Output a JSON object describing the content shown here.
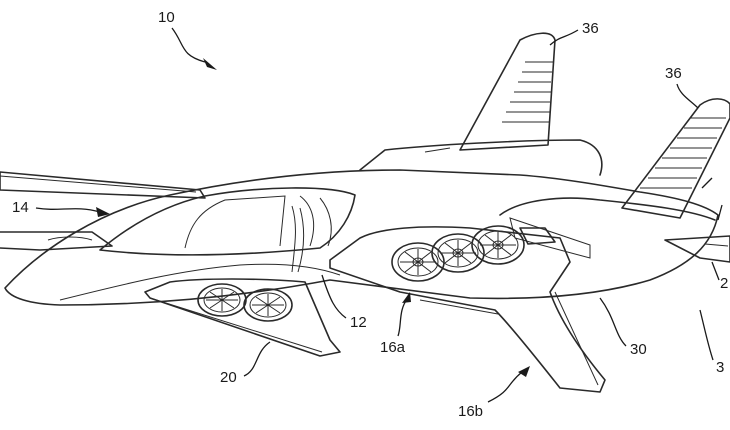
{
  "labels": {
    "ref_10": "10",
    "ref_14": "14",
    "ref_12": "12",
    "ref_20": "20",
    "ref_16a": "16a",
    "ref_16b": "16b",
    "ref_30": "30",
    "ref_36_left": "36",
    "ref_36_right": "36",
    "ref_3_edge": "3",
    "ref_2_edge": "2"
  }
}
